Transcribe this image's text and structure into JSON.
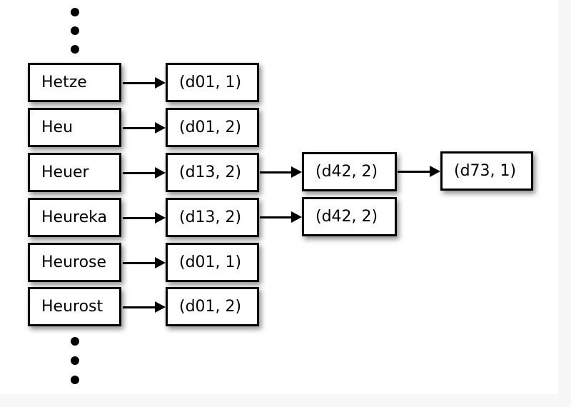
{
  "diagram": {
    "title": "inverted-index-posting-list-diagram",
    "background_color": "#f7f7f7",
    "sheet_color": "#ffffff",
    "line_color": "#000000",
    "box_fill": "#ffffff",
    "terms": [
      {
        "label": "Hetze"
      },
      {
        "label": "Heu"
      },
      {
        "label": "Heuer"
      },
      {
        "label": "Heureka"
      },
      {
        "label": "Heurose"
      },
      {
        "label": "Heurost"
      }
    ],
    "postings_column_1": [
      {
        "label": "(d01, 1)"
      },
      {
        "label": "(d01, 2)"
      },
      {
        "label": "(d13, 2)"
      },
      {
        "label": "(d13, 2)"
      },
      {
        "label": "(d01, 1)"
      },
      {
        "label": "(d01, 2)"
      }
    ],
    "postings_column_2": [
      {
        "label": "(d42, 2)"
      },
      {
        "label": "(d42, 2)"
      }
    ],
    "postings_column_3": [
      {
        "label": "(d73, 1)"
      }
    ],
    "ellipsis_top": {
      "count": 3,
      "glyph": "dot"
    },
    "ellipsis_bottom": {
      "count": 3,
      "glyph": "dot"
    }
  }
}
